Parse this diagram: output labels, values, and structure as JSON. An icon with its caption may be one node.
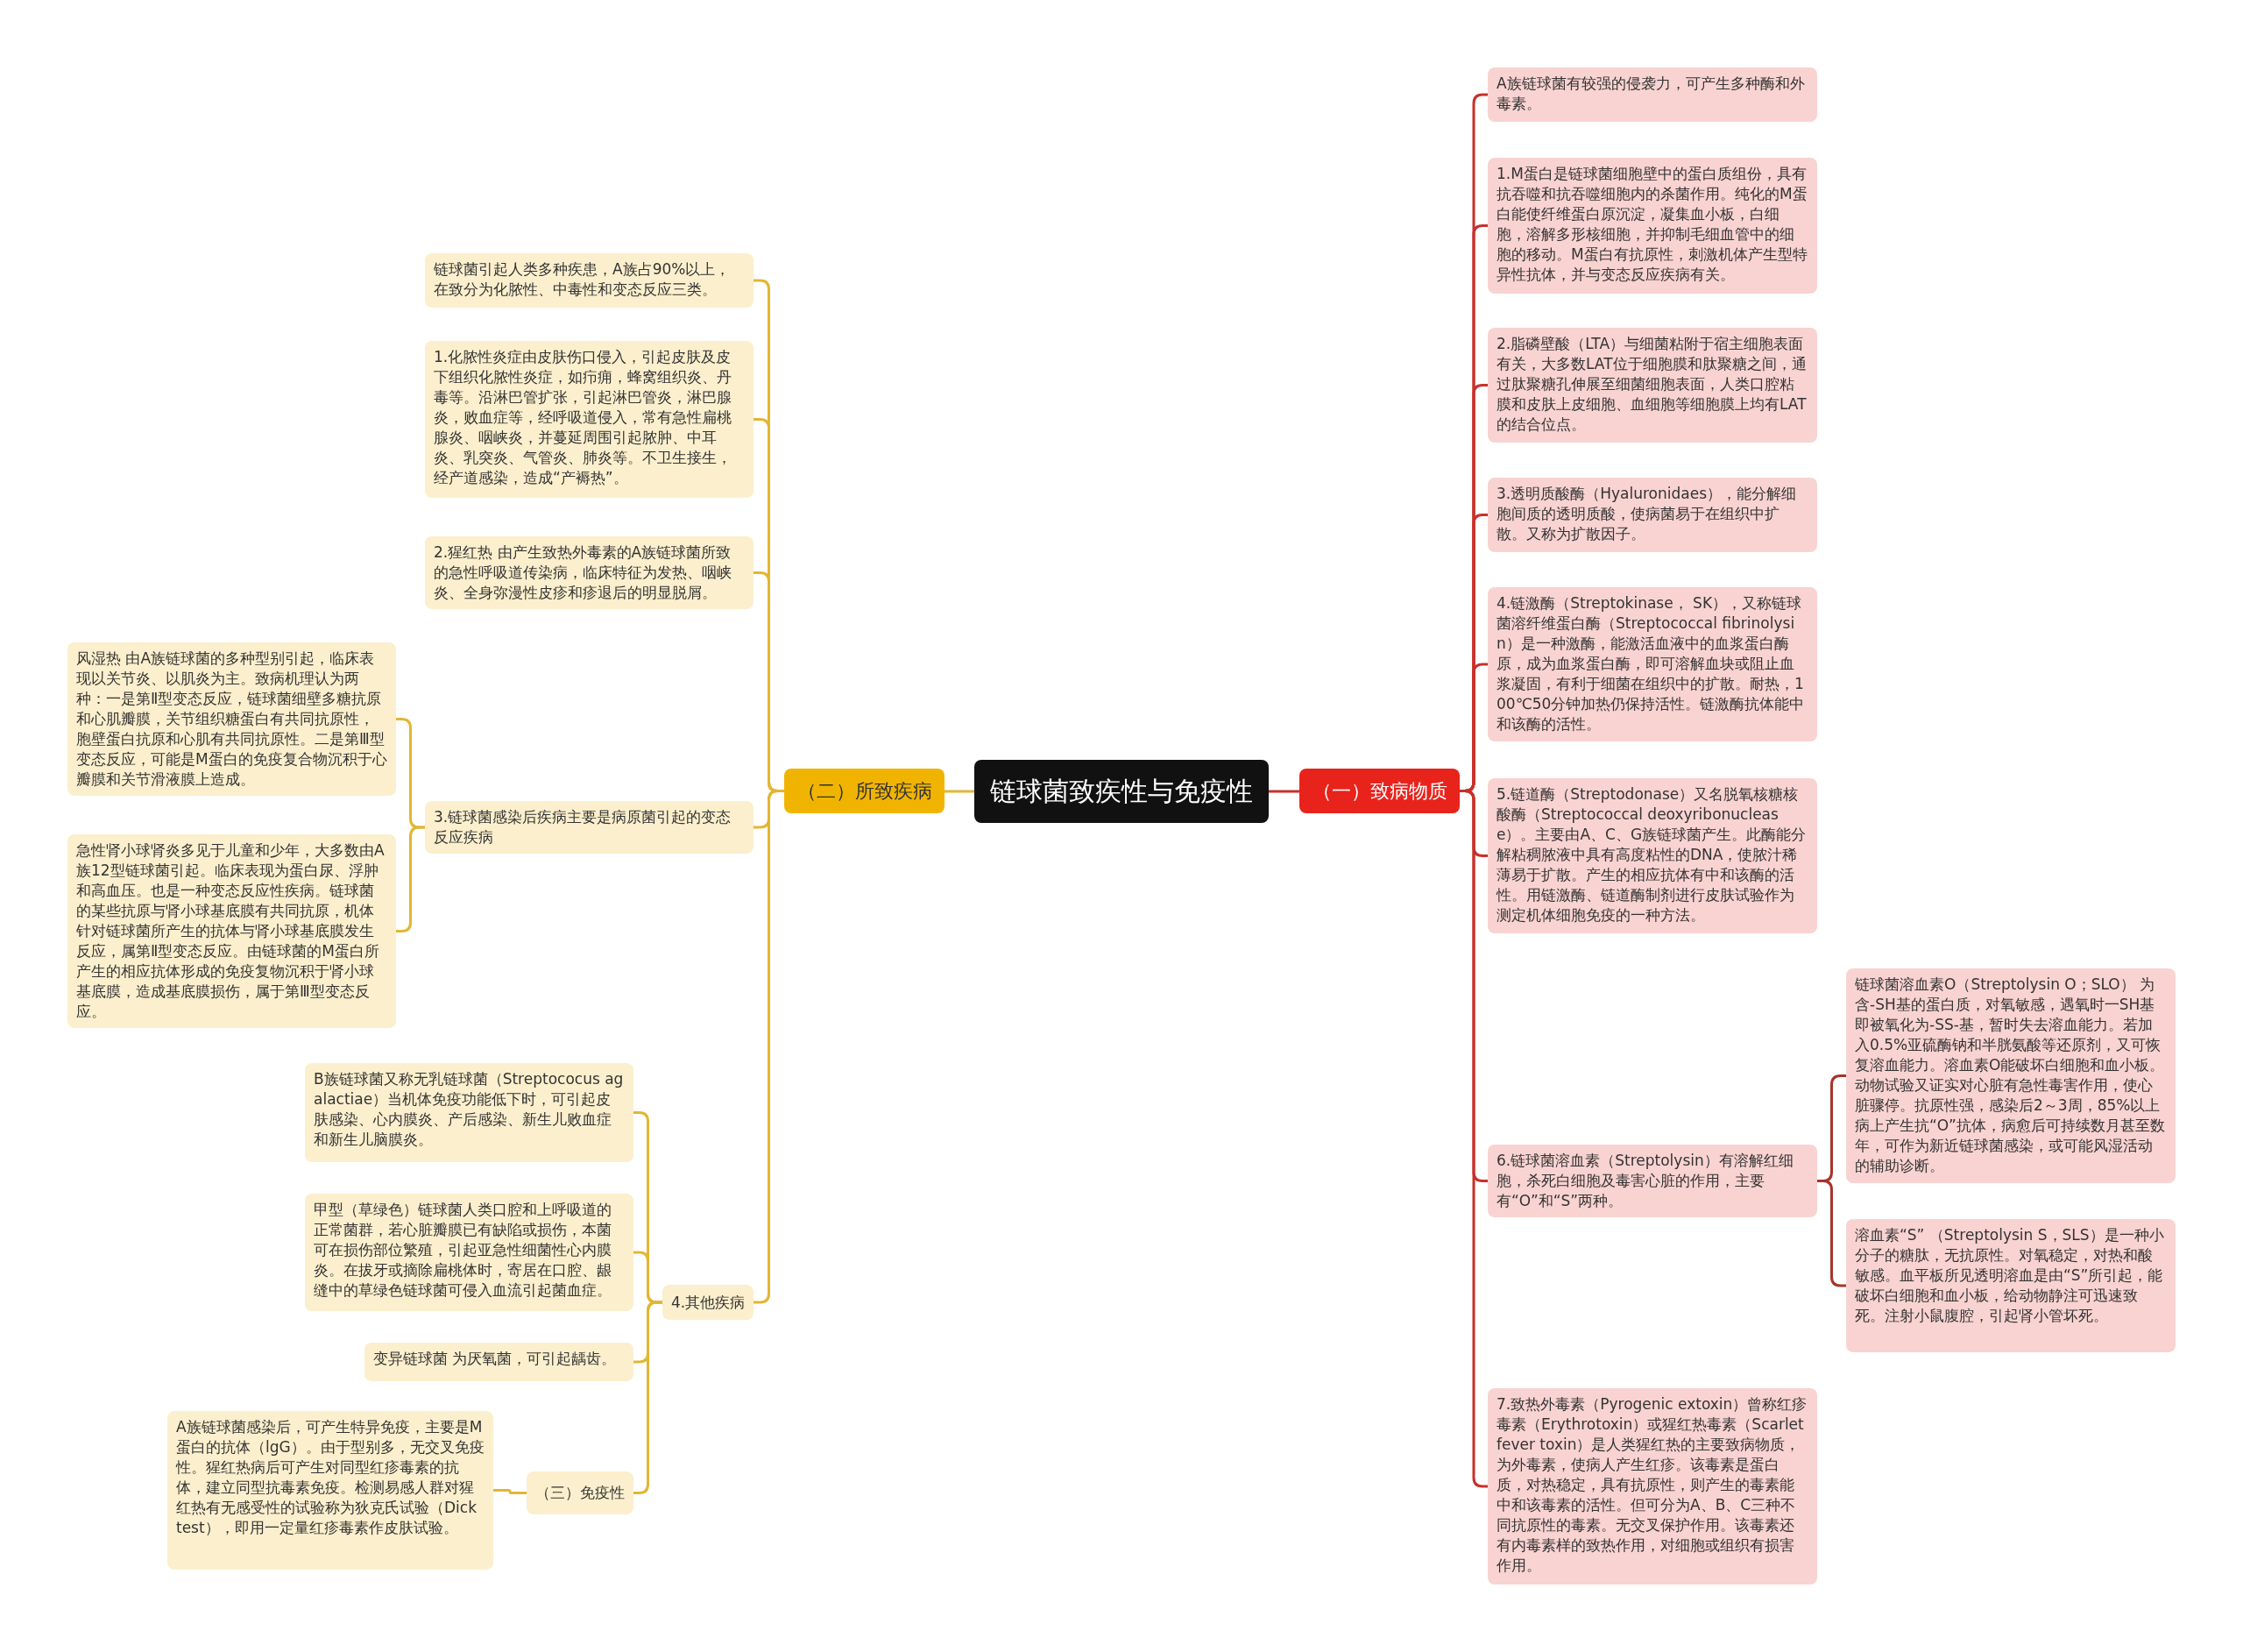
{
  "diagram": {
    "nodes": [
      {
        "text": [
          "链球菌致疾性与免疫性"
        ]
      },
      {
        "text": [
          "（一）致病物质"
        ]
      },
      {
        "text": [
          "A族链球菌有较强的侵袭力，可产生多种酶和外毒素。"
        ]
      },
      {
        "text": [
          "1.M蛋白是链球菌细胞壁中的蛋白质组份，具有抗吞噬和抗吞噬细胞内的杀菌作用。纯化的M蛋白能使纤维蛋白原沉淀，凝集血小板，白细胞，溶解多形核细胞，并抑制毛细血管中的细胞的移动。M蛋白有抗原性，刺激机体产生型特异性抗体，并与变态反应疾病有关。"
        ]
      },
      {
        "text": [
          "2.脂磷壁酸（LTA）与细菌粘附于宿主细胞表面有关，大多数LAT位于细胞膜和肽聚糖之间，通过肽聚糖孔伸展至细菌细胞表面，人类口腔粘膜和皮肤上皮细胞、血细胞等细胞膜上均有LAT的结合位点。"
        ]
      },
      {
        "text": [
          "3.透明质酸酶（Hyaluronidaes），能分解细胞间质的透明质酸，使病菌易于在组织中扩散。又称为扩散因子。"
        ]
      },
      {
        "text": [
          "4.链激酶（Streptokinase， SK），又称链球菌溶纤维蛋白酶（Streptococcal fibrinolysin）是一种激酶，能激活血液中的血浆蛋白酶原，成为血浆蛋白酶，即可溶解血块或阻止血浆凝固，有利于细菌在组织中的扩散。耐热，100℃50分钟加热仍保持活性。链激酶抗体能中和该酶的活性。"
        ]
      },
      {
        "text": [
          "5.链道酶（Streptodonase）又名脱氧核糖核酸酶（Streptococcal deoxyribonuclease）。主要由A、C、G族链球菌产生。此酶能分解粘稠脓液中具有高度粘性的DNA，使脓汁稀薄易于扩散。产生的相应抗体有中和该酶的活性。用链激酶、链道酶制剂进行皮肤试验作为测定机体细胞免疫的一种方法。"
        ]
      },
      {
        "text": [
          "6.链球菌溶血素（Streptolysin）有溶解红细胞，杀死白细胞及毒害心脏的作用，主要有“O”和“S”两种。"
        ]
      },
      {
        "text": [
          "链球菌溶血素O（Streptolysin O；SLO） 为含-SH基的蛋白质，对氧敏感，遇氧时一SH基即被氧化为-SS-基，暂时失去溶血能力。若加入0.5%亚硫酶钠和半胱氨酸等还原剂，又可恢复溶血能力。溶血素O能破坏白细胞和血小板。动物试验又证实对心脏有急性毒害作用，使心脏骤停。抗原性强，感染后2～3周，85%以上病上产生抗“O”抗体，病愈后可持续数月甚至数年，可作为新近链球菌感染，或可能风湿活动的辅助诊断。"
        ]
      },
      {
        "text": [
          "溶血素“S” （Streptolysin S，SLS）是一种小分子的糖肽，无抗原性。对氧稳定，对热和酸敏感。血平板所见透明溶血是由“S”所引起，能破坏白细胞和血小板，给动物静注可迅速致死。注射小鼠腹腔，引起肾小管坏死。"
        ]
      },
      {
        "text": [
          "7.致热外毒素（Pyrogenic extoxin）曾称红疹毒素（Erythrotoxin）或猩红热毒素（Scarletfever toxin）是人类猩红热的主要致病物质，为外毒素，使病人产生红疹。该毒素是蛋白质，对热稳定，具有抗原性，则产生的毒素能中和该毒素的活性。但可分为A、B、C三种不同抗原性的毒素。无交叉保护作用。该毒素还有内毒素样的致热作用，对细胞或组织有损害作用。"
        ]
      },
      {
        "text": [
          "（二）所致疾病"
        ]
      },
      {
        "text": [
          "链球菌引起人类多种疾患，A族占90%以上，在致分为化脓性、中毒性和变态反应三类。"
        ]
      },
      {
        "text": [
          "1.化脓性炎症由皮肤伤口侵入，引起皮肤及皮下组织化脓性炎症，如疖痈，蜂窝组织炎、丹毒等。沿淋巴管扩张，引起淋巴管炎，淋巴腺炎，败血症等，经呼吸道侵入，常有急性扁桃腺炎、咽峡炎，并蔓延周围引起脓肿、中耳炎、乳突炎、气管炎、肺炎等。不卫生接生，经产道感染，造成“产褥热”。"
        ]
      },
      {
        "text": [
          "2.猩红热 由产生致热外毒素的A族链球菌所致的急性呼吸道传染病，临床特征为发热、咽峡炎、全身弥漫性皮疹和疹退后的明显脱屑。"
        ]
      },
      {
        "text": [
          "3.链球菌感染后疾病主要是病原菌引起的变态反应疾病"
        ]
      },
      {
        "text": [
          "风湿热 由A族链球菌的多种型别引起，临床表现以关节炎、以肌炎为主。致病机理认为两种：一是第Ⅱ型变态反应，链球菌细壁多糖抗原和心肌瓣膜，关节组织糖蛋白有共同抗原性，胞壁蛋白抗原和心肌有共同抗原性。二是第Ⅲ型变态反应，可能是M蛋白的免疫复合物沉积于心瓣膜和关节滑液膜上造成。"
        ]
      },
      {
        "text": [
          "急性肾小球肾炎多见于儿童和少年，大多数由A族12型链球菌引起。临床表现为蛋白尿、浮肿和高血压。也是一种变态反应性疾病。链球菌的某些抗原与肾小球基底膜有共同抗原，机体针对链球菌所产生的抗体与肾小球基底膜发生反应，属第Ⅱ型变态反应。由链球菌的M蛋白所产生的相应抗体形成的免疫复物沉积于肾小球基底膜，造成基底膜损伤，属于第Ⅲ型变态反应。"
        ]
      },
      {
        "text": [
          "4.其他疾病"
        ]
      },
      {
        "text": [
          "B族链球菌又称无乳链球菌（Streptococus agalactiae）当机体免疫功能低下时，可引起皮肤感染、心内膜炎、产后感染、新生儿败血症和新生儿脑膜炎。"
        ]
      },
      {
        "text": [
          "甲型（草绿色）链球菌人类口腔和上呼吸道的正常菌群，若心脏瓣膜已有缺陷或损伤，本菌可在损伤部位繁殖，引起亚急性细菌性心内膜炎。在拔牙或摘除扁桃体时，寄居在口腔、龈缝中的草绿色链球菌可侵入血流引起菌血症。"
        ]
      },
      {
        "text": [
          "变异链球菌 为厌氧菌，可引起龋齿。"
        ]
      },
      {
        "text": [
          "（三）免疫性"
        ]
      },
      {
        "text": [
          "A族链球菌感染后，可产生特异免疫，主要是M蛋白的抗体（lgG）。由于型别多，无交叉免疫性。猩红热病后可产生对同型红疹毒素的抗体，建立同型抗毒素免疫。检测易感人群对猩红热有无感受性的试验称为狄克氏试验（Dick test），即用一定量红疹毒素作皮肤试验。"
        ]
      }
    ],
    "edges": [
      {
        "from": 0,
        "to": 1,
        "arrow": "none",
        "color": "#c8302a"
      },
      {
        "from": 1,
        "to": 2,
        "arrow": "none",
        "color": "#c8302a"
      },
      {
        "from": 1,
        "to": 3,
        "arrow": "none",
        "color": "#c8302a"
      },
      {
        "from": 1,
        "to": 4,
        "arrow": "none",
        "color": "#c8302a"
      },
      {
        "from": 1,
        "to": 5,
        "arrow": "none",
        "color": "#c8302a"
      },
      {
        "from": 1,
        "to": 6,
        "arrow": "none",
        "color": "#c8302a"
      },
      {
        "from": 1,
        "to": 7,
        "arrow": "none",
        "color": "#c8302a"
      },
      {
        "from": 1,
        "to": 8,
        "arrow": "none",
        "color": "#c8302a"
      },
      {
        "from": 8,
        "to": 9,
        "arrow": "none",
        "color": "#a8332c"
      },
      {
        "from": 8,
        "to": 10,
        "arrow": "none",
        "color": "#a8332c"
      },
      {
        "from": 1,
        "to": 11,
        "arrow": "none",
        "color": "#c8302a"
      },
      {
        "from": 0,
        "to": 12,
        "arrow": "none"
      },
      {
        "from": 12,
        "to": 13,
        "arrow": "none"
      },
      {
        "from": 12,
        "to": 14,
        "arrow": "none"
      },
      {
        "from": 12,
        "to": 15,
        "arrow": "none"
      },
      {
        "from": 12,
        "to": 16,
        "arrow": "none"
      },
      {
        "from": 16,
        "to": 17,
        "arrow": "none"
      },
      {
        "from": 16,
        "to": 18,
        "arrow": "none"
      },
      {
        "from": 12,
        "to": 19,
        "arrow": "none"
      },
      {
        "from": 19,
        "to": 20,
        "arrow": "none"
      },
      {
        "from": 19,
        "to": 21,
        "arrow": "none"
      },
      {
        "from": 19,
        "to": 22,
        "arrow": "none"
      },
      {
        "from": 19,
        "to": 23,
        "arrow": "none"
      },
      {
        "from": 23,
        "to": 24,
        "arrow": "none"
      }
    ]
  }
}
